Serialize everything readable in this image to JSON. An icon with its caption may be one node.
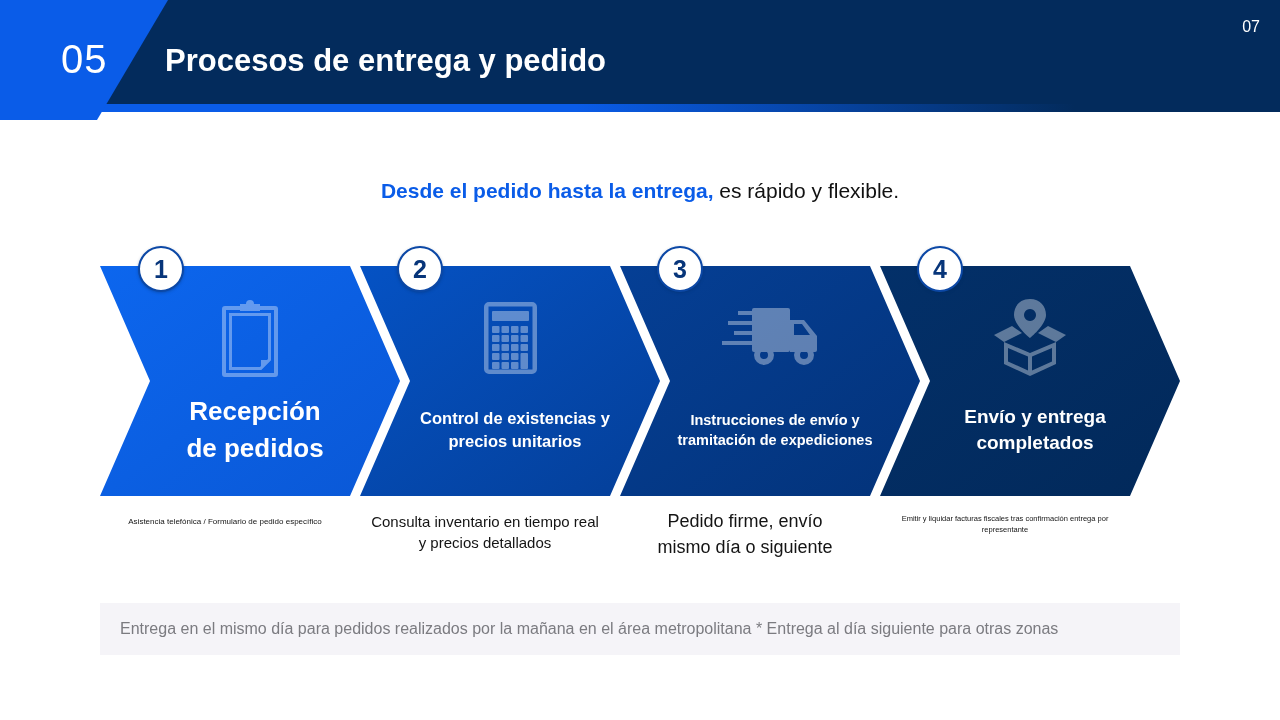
{
  "diagram": {
    "title": "Procesos de entrega y pedido",
    "nodes": [
      {
        "text": [
          "1"
        ]
      },
      {
        "text": [
          "Recepción de pedidos"
        ],
        "beside": [
          "Asistencia telefónica / Formulario de pedido específico"
        ]
      },
      {
        "text": [
          "2"
        ]
      },
      {
        "text": [
          "Control de existencias y precios unitarios"
        ],
        "beside": [
          "Consulta inventario en tiempo real y precios detallados"
        ]
      },
      {
        "text": [
          "3"
        ]
      },
      {
        "text": [
          "Instrucciones de envío y tramitación de expediciones"
        ],
        "beside": [
          "Pedido firme, envío mismo día o siguiente"
        ]
      },
      {
        "text": [
          "4"
        ]
      },
      {
        "text": [
          "Envío y entrega completados"
        ],
        "beside": [
          "Emitir y liquidar facturas fiscales tras confirmación entrega por representante"
        ]
      },
      {
        "text": [
          "Entrega en el mismo día para pedidos realizados por la mañana en el área metropolitana * Entrega al día siguiente para otras zonas"
        ]
      }
    ],
    "labels": [
      "05",
      "07",
      "**Desde el pedido hasta la entrega,** es rápido y flexible."
    ]
  }
}
